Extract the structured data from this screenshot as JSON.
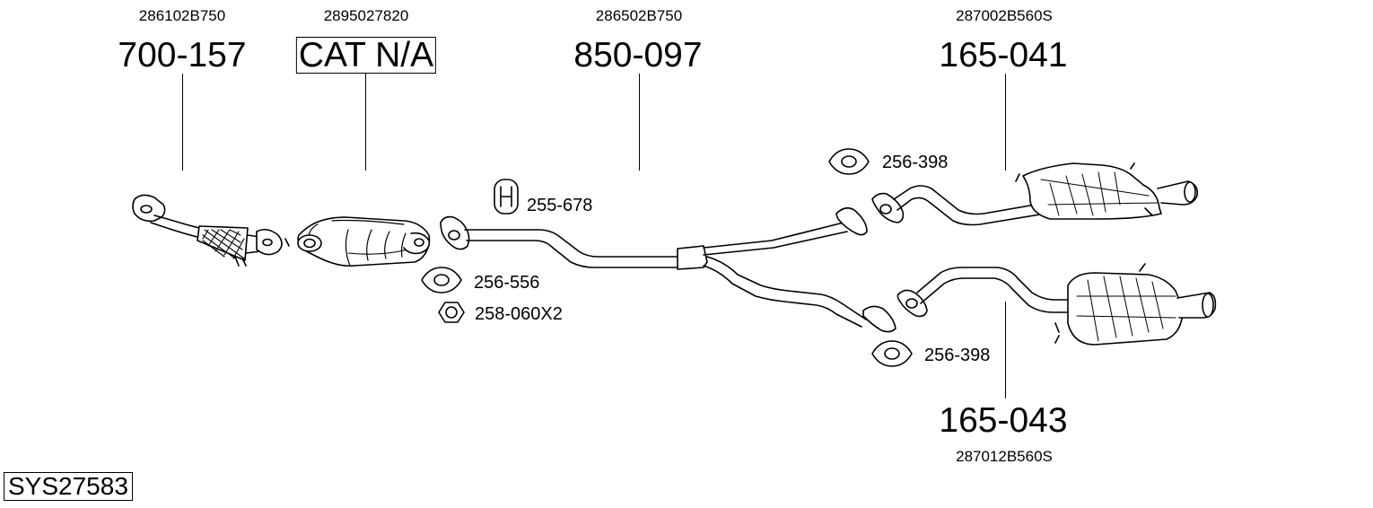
{
  "system_code": "SYS27583",
  "parts": [
    {
      "oem": "286102B750",
      "number": "700-157"
    },
    {
      "oem": "2895027820",
      "number": "CAT N/A"
    },
    {
      "oem": "286502B750",
      "number": "850-097"
    },
    {
      "oem": "287002B560S",
      "number": "165-041"
    },
    {
      "oem": "287012B560S",
      "number": "165-043"
    }
  ],
  "accessories": [
    {
      "number": "255-678",
      "icon": "rubber-hanger-icon"
    },
    {
      "number": "256-556",
      "icon": "flange-gasket-icon"
    },
    {
      "number": "258-060X2",
      "icon": "hex-nut-icon"
    },
    {
      "number": "256-398",
      "icon": "flange-gasket-icon"
    },
    {
      "number": "256-398",
      "icon": "flange-gasket-icon"
    }
  ]
}
